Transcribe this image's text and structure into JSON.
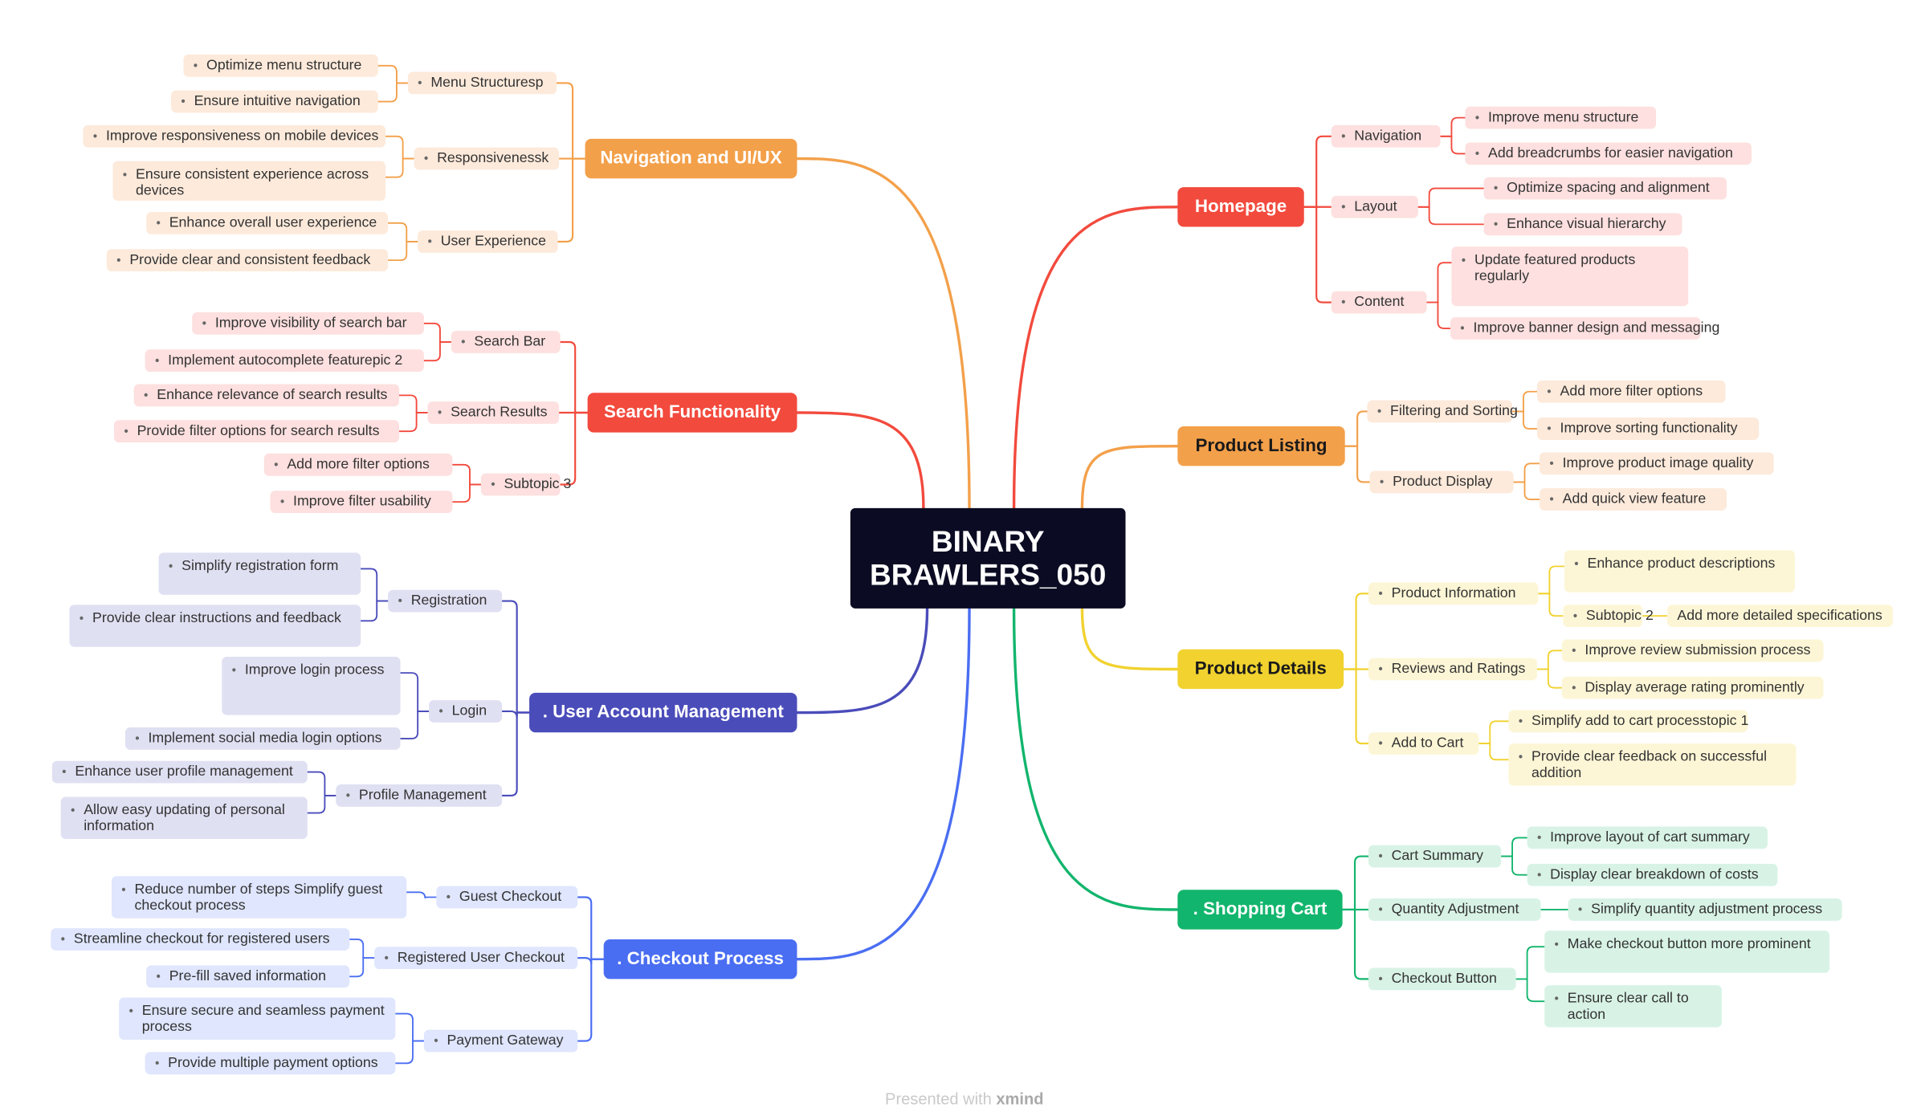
{
  "central": "BINARY BRAWLERS_050",
  "footer": {
    "prefix": "Presented with",
    "brand": "xmind"
  },
  "colors": {
    "navigation": "#f3a04a",
    "navigation_bg": "#fdeadb",
    "search": "#f24a3d",
    "search_bg": "#fde0df",
    "account": "#4a4cba",
    "account_bg": "#e0e0f3",
    "checkout": "#4a6ef2",
    "checkout_bg": "#dfe6fd",
    "homepage": "#f24a3d",
    "homepage_bg": "#fde0df",
    "listing": "#f3a04a",
    "listing_bg": "#fdeadb",
    "details": "#f1d22f",
    "details_bg": "#fdf6d6",
    "cart": "#12b56d",
    "cart_bg": "#d8f3e6"
  },
  "branches": [
    {
      "id": "navigation",
      "label": "Navigation and UI/UX",
      "side": "left",
      "topics": [
        {
          "label": "Menu Structuresp",
          "items": [
            "Optimize menu structure",
            "Ensure  intuitive navigation"
          ]
        },
        {
          "label": "Responsivenessk",
          "items": [
            "Improve responsiveness on mobile devices",
            "Ensure consistent experience across devices"
          ]
        },
        {
          "label": "User Experience",
          "items": [
            "Enhance overall user experience",
            "Provide clear and consistent feedback"
          ]
        }
      ]
    },
    {
      "id": "search",
      "label": "Search Functionality",
      "side": "left",
      "topics": [
        {
          "label": "Search Bar",
          "items": [
            "Improve visibility of search bar",
            "Implement autocomplete featurepic 2"
          ]
        },
        {
          "label": "Search Results",
          "items": [
            "Enhance relevance of search results",
            "Provide filter options for search results"
          ]
        },
        {
          "label": "Subtopic 3",
          "items": [
            "Add more filter options",
            "Improve filter usability"
          ]
        }
      ]
    },
    {
      "id": "account",
      "label": ". User Account Management",
      "side": "left",
      "topics": [
        {
          "label": "Registration",
          "items": [
            "Simplify registration form",
            "Provide clear instructions and feedback"
          ]
        },
        {
          "label": "Login",
          "items": [
            "Improve login process",
            "Implement social media login options"
          ]
        },
        {
          "label": "Profile Management",
          "items": [
            "Enhance user profile management",
            "Allow easy updating of personal information"
          ]
        }
      ]
    },
    {
      "id": "checkout",
      "label": ". Checkout Process",
      "side": "left",
      "topics": [
        {
          "label": "Guest Checkout",
          "items": [
            "Reduce number of steps Simplify guest checkout process"
          ]
        },
        {
          "label": "Registered User Checkout",
          "items": [
            "Streamline checkout for registered users",
            "Pre-fill saved information"
          ]
        },
        {
          "label": "Payment Gateway",
          "items": [
            "Ensure secure and seamless payment process",
            "Provide multiple payment options"
          ]
        }
      ]
    },
    {
      "id": "homepage",
      "label": "Homepage",
      "side": "right",
      "topics": [
        {
          "label": "Navigation",
          "items": [
            "Improve menu structure",
            "Add breadcrumbs for easier navigation"
          ]
        },
        {
          "label": "Layout",
          "items": [
            "Optimize spacing and alignment",
            "Enhance visual hierarchy"
          ]
        },
        {
          "label": "Content",
          "items": [
            "Update featured products regularly",
            "Improve banner design and messaging"
          ]
        }
      ]
    },
    {
      "id": "listing",
      "label": "Product Listing",
      "side": "right",
      "topics": [
        {
          "label": "Filtering and Sorting",
          "items": [
            "Add more filter options",
            "Improve sorting functionality"
          ]
        },
        {
          "label": "Product Display",
          "items": [
            "Improve product image quality",
            "Add quick view feature"
          ]
        }
      ]
    },
    {
      "id": "details",
      "label": "Product Details",
      "side": "right",
      "topics": [
        {
          "label": "Product Information",
          "items": [
            "Enhance product descriptions",
            "Subtopic 2"
          ],
          "extra": "Add more detailed specifications"
        },
        {
          "label": "Reviews and Ratings",
          "items": [
            "Improve review submission process",
            "Display average rating prominently"
          ]
        },
        {
          "label": "Add to Cart",
          "items": [
            "Simplify add to cart processtopic 1",
            "Provide clear feedback on successful addition"
          ]
        }
      ]
    },
    {
      "id": "cart",
      "label": ". Shopping Cart",
      "side": "right",
      "topics": [
        {
          "label": "Cart Summary",
          "items": [
            "Improve layout of cart summary",
            "Display clear breakdown of costs"
          ]
        },
        {
          "label": "Quantity Adjustment",
          "items": [
            "Simplify quantity adjustment process"
          ]
        },
        {
          "label": "Checkout Button",
          "items": [
            "Make checkout button more prominent",
            "Ensure clear call to action"
          ]
        }
      ]
    }
  ]
}
